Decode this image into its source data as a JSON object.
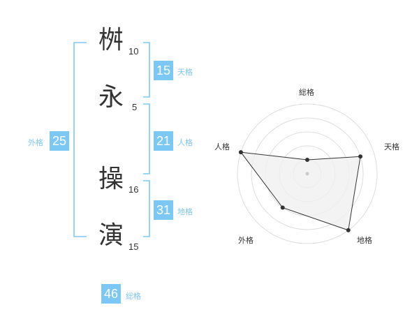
{
  "name": {
    "characters": [
      {
        "char": "桝",
        "strokes": "10"
      },
      {
        "char": "永",
        "strokes": "5"
      },
      {
        "char": "操",
        "strokes": "16"
      },
      {
        "char": "演",
        "strokes": "15"
      }
    ]
  },
  "scores": {
    "tenkaku": {
      "value": "15",
      "label": "天格"
    },
    "jinkaku": {
      "value": "21",
      "label": "人格"
    },
    "chikaku": {
      "value": "31",
      "label": "地格"
    },
    "gaikaku": {
      "value": "25",
      "label": "外格"
    },
    "soukaku": {
      "value": "46",
      "label": "総格"
    }
  },
  "colors": {
    "accent": "#7cc8f5",
    "text": "#333333",
    "radar_fill": "#f0f0f0",
    "radar_grid": "#dddddd"
  },
  "chart_data": {
    "type": "radar",
    "axes": [
      "総格",
      "天格",
      "地格",
      "外格",
      "人格"
    ],
    "values": [
      1,
      4,
      5,
      3,
      5
    ],
    "range": [
      0,
      5
    ],
    "rings": 5
  }
}
